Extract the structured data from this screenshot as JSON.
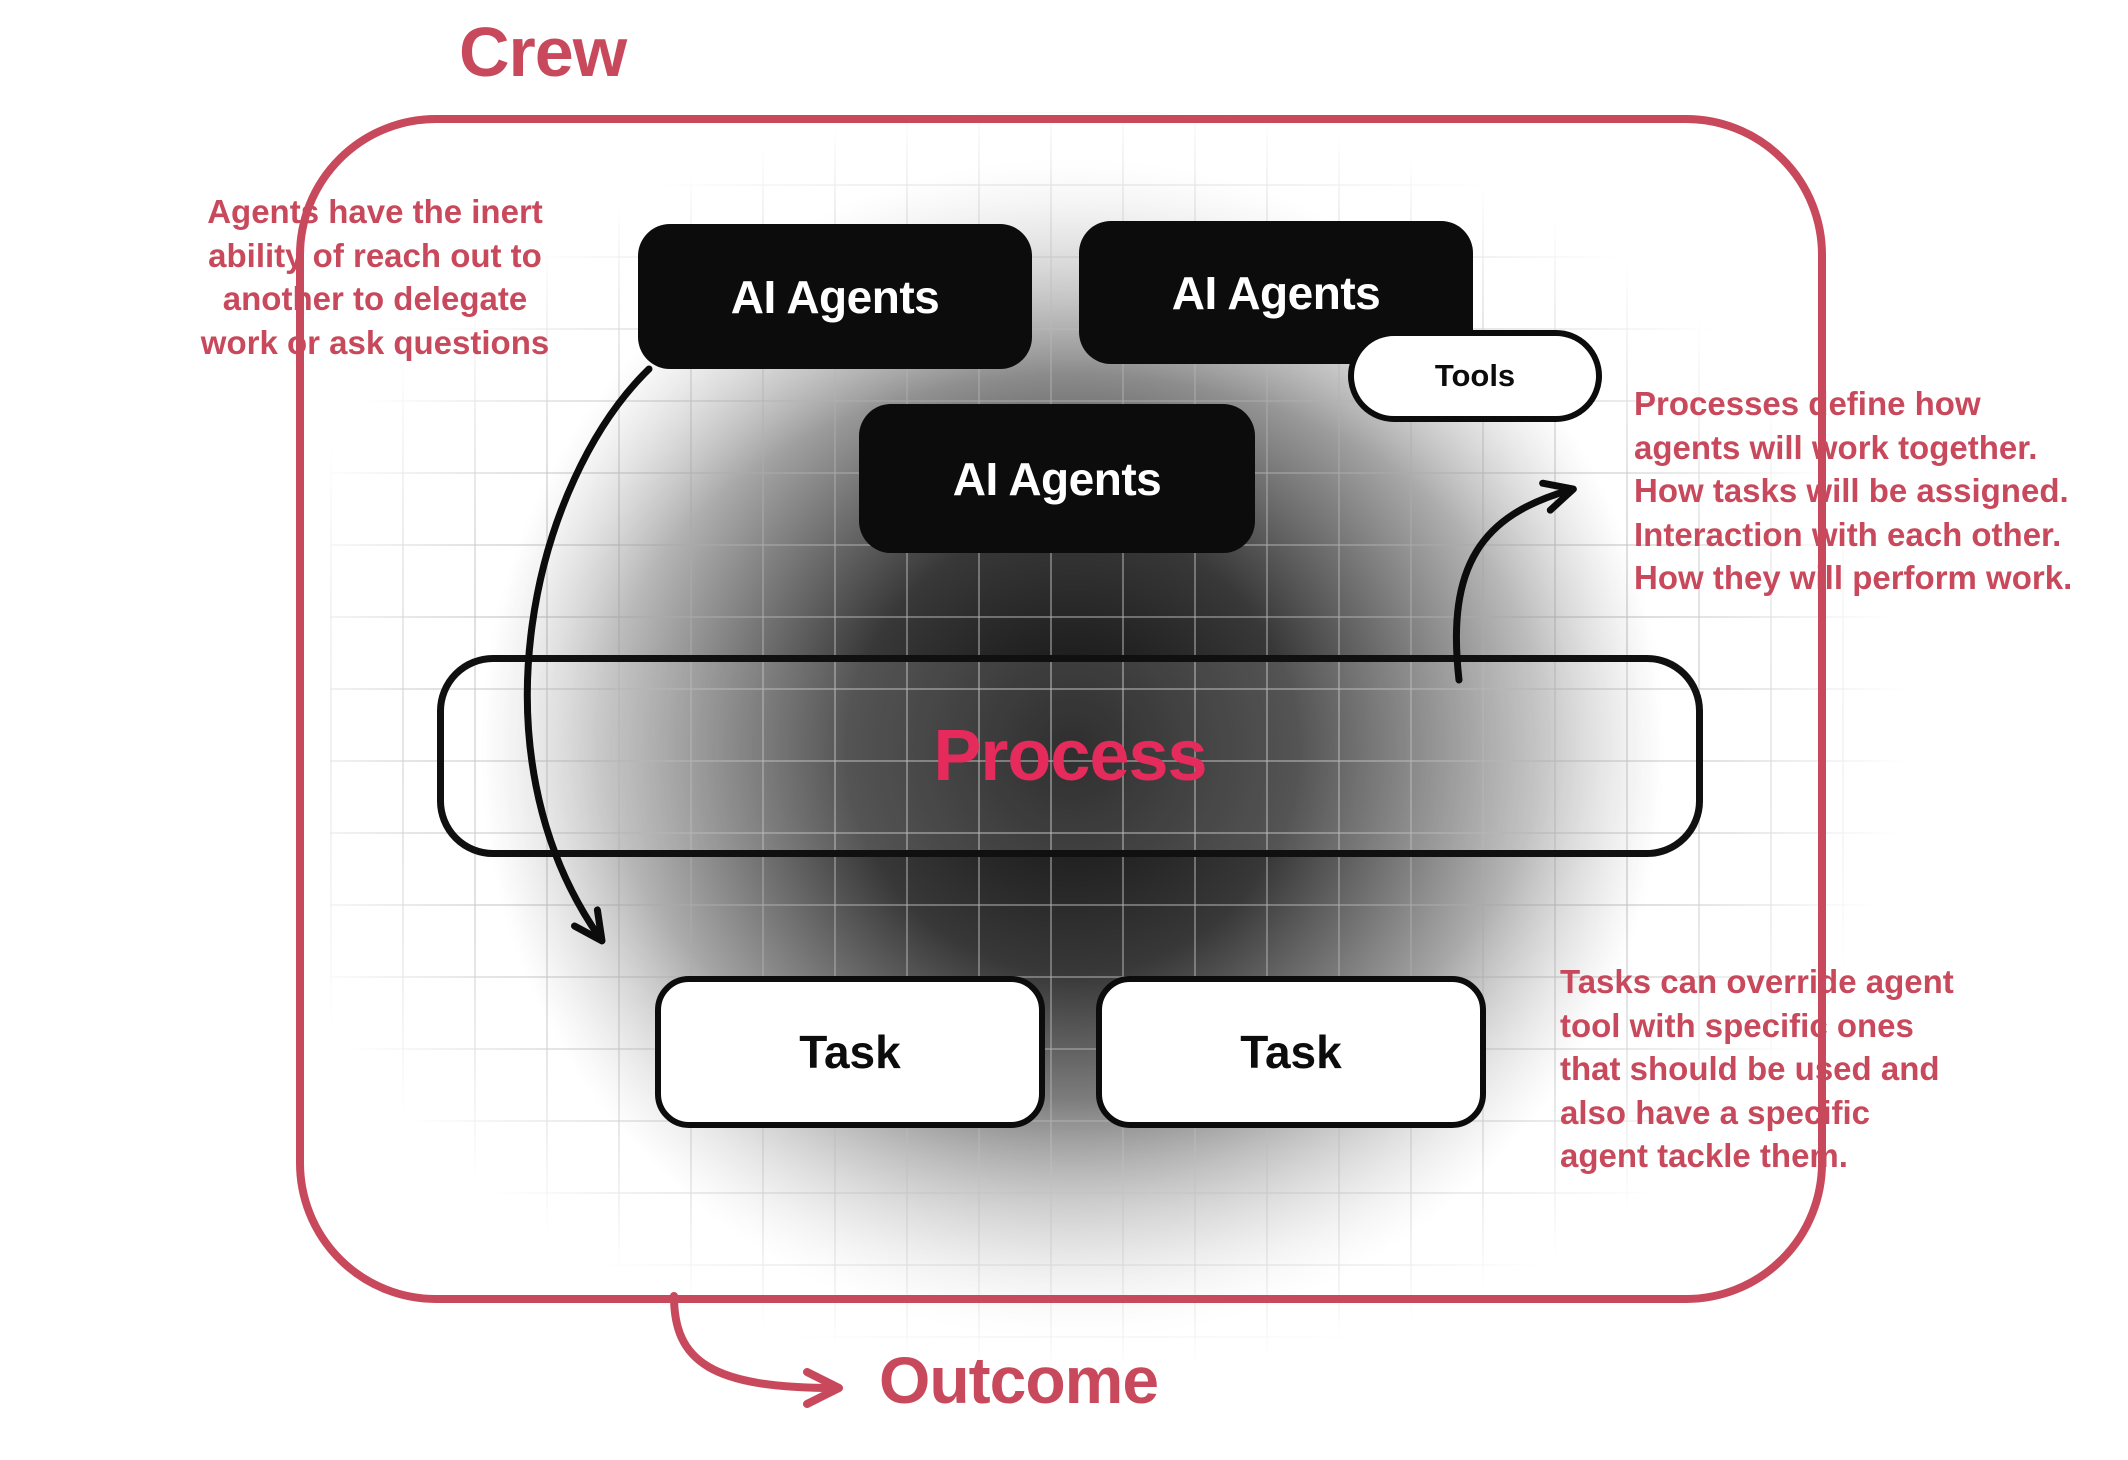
{
  "crew": {
    "label": "Crew"
  },
  "agents": {
    "box1": "AI Agents",
    "box2": "AI Agents",
    "box3": "AI Agents"
  },
  "tools": {
    "label": "Tools"
  },
  "process": {
    "label": "Process"
  },
  "tasks": {
    "task1": "Task",
    "task2": "Task"
  },
  "outcome": {
    "label": "Outcome"
  },
  "annotations": {
    "left": "Agents have the inert\nability of reach out to\nanother to delegate\nwork or ask questions",
    "right_top": "Processes define how\nagents will work together.\nHow tasks will be assigned.\nInteraction with each other.\nHow they will perform work.",
    "right_bottom": "Tasks can override agent\ntool with specific ones\nthat should be used and\nalso have a specific\nagent tackle them."
  },
  "colors": {
    "accent": "#c8495c",
    "process_text": "#e52a5c",
    "box_fill": "#0c0c0c"
  }
}
